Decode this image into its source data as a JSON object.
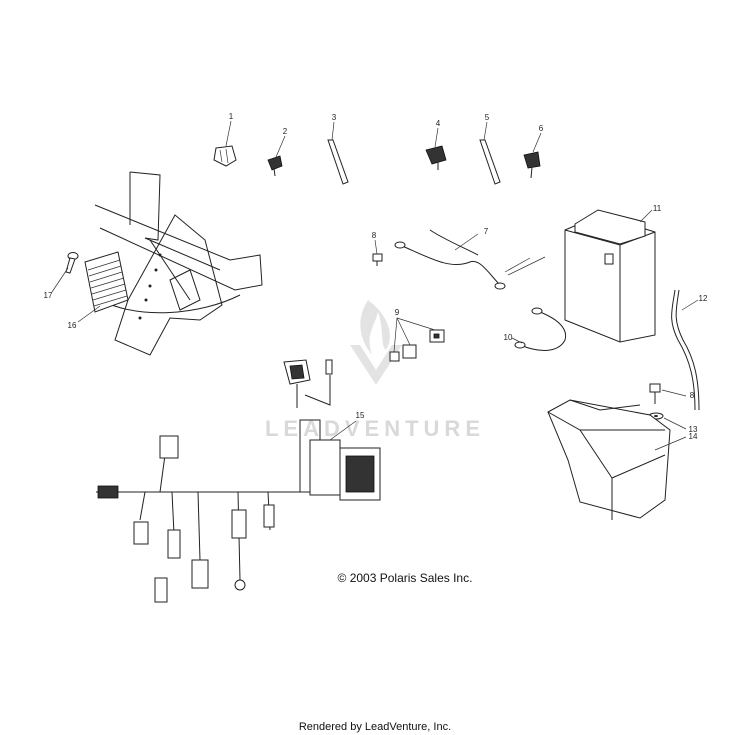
{
  "callouts": [
    {
      "id": "1",
      "label": "1"
    },
    {
      "id": "2",
      "label": "2"
    },
    {
      "id": "3",
      "label": "3"
    },
    {
      "id": "4",
      "label": "4"
    },
    {
      "id": "5",
      "label": "5"
    },
    {
      "id": "6",
      "label": "6"
    },
    {
      "id": "7",
      "label": "7"
    },
    {
      "id": "8a",
      "label": "8"
    },
    {
      "id": "8b",
      "label": "8"
    },
    {
      "id": "9",
      "label": "9"
    },
    {
      "id": "10",
      "label": "10"
    },
    {
      "id": "11",
      "label": "11"
    },
    {
      "id": "12",
      "label": "12"
    },
    {
      "id": "13",
      "label": "13"
    },
    {
      "id": "14",
      "label": "14"
    },
    {
      "id": "15",
      "label": "15"
    },
    {
      "id": "16",
      "label": "16"
    },
    {
      "id": "17",
      "label": "17"
    }
  ],
  "copyright": "© 2003 Polaris Sales Inc.",
  "watermark": "LEADVENTURE",
  "footer": "Rendered by LeadVenture, Inc."
}
